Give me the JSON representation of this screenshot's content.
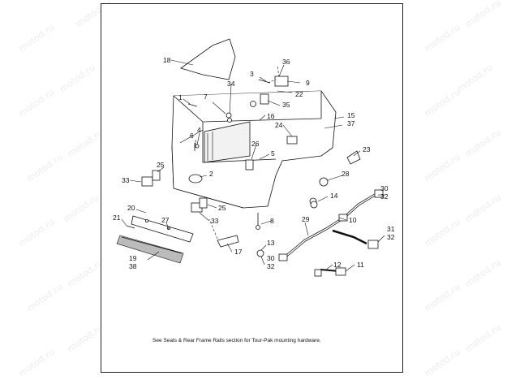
{
  "watermark": "motod.ru",
  "footnote": "See Seats & Rear Frame Rails section for Tour-Pak mounting hardware.",
  "callouts": {
    "c1": "1",
    "c2": "2",
    "c3": "3",
    "c4": "4",
    "c5": "5",
    "c6": "6",
    "c7": "7",
    "c8": "8",
    "c9": "9",
    "c10": "10",
    "c11": "11",
    "c12": "12",
    "c13": "13",
    "c14": "14",
    "c15": "15",
    "c16": "16",
    "c17": "17",
    "c18": "18",
    "c20": "20",
    "c21": "21",
    "c22": "22",
    "c23": "23",
    "c24": "24",
    "c25a": "25",
    "c25b": "25",
    "c26": "26",
    "c27": "27",
    "c28": "28",
    "c29": "29",
    "c33a": "33",
    "c33b": "33",
    "c34": "34",
    "c35": "35",
    "c36": "36",
    "c15_37": [
      "15",
      "37"
    ],
    "c19_38": [
      "19",
      "38"
    ],
    "c30_32a": [
      "30",
      "32"
    ],
    "c30_32b": [
      "30",
      "32"
    ],
    "c31_32": [
      "31",
      "32"
    ]
  }
}
